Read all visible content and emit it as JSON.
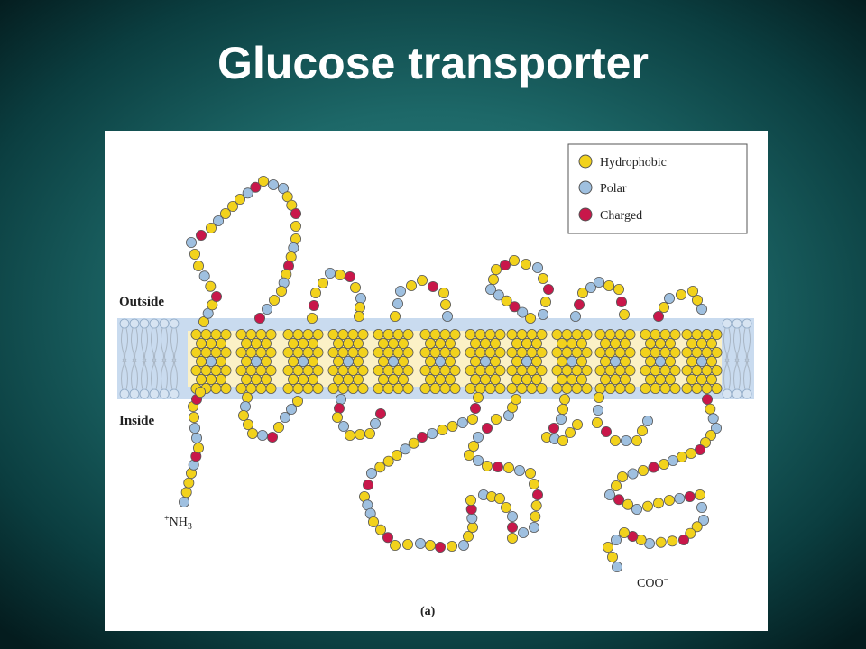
{
  "slide": {
    "title": "Glucose transporter"
  },
  "figure": {
    "side_outside": "Outside",
    "side_inside": "Inside",
    "n_terminus": {
      "sup": "+",
      "main": "NH",
      "sub": "3"
    },
    "c_terminus": {
      "main": "COO",
      "sup": "−"
    },
    "panel_label": "(a)",
    "legend": [
      {
        "label": "Hydrophobic",
        "color": "#f2d21c"
      },
      {
        "label": "Polar",
        "color": "#9fc0e0"
      },
      {
        "label": "Charged",
        "color": "#c8174a"
      }
    ],
    "membrane_colors": {
      "band": "#c9dbef",
      "core": "#fbf1c6",
      "lipid_head": "#d7e4f2"
    },
    "helix_count": 12
  }
}
